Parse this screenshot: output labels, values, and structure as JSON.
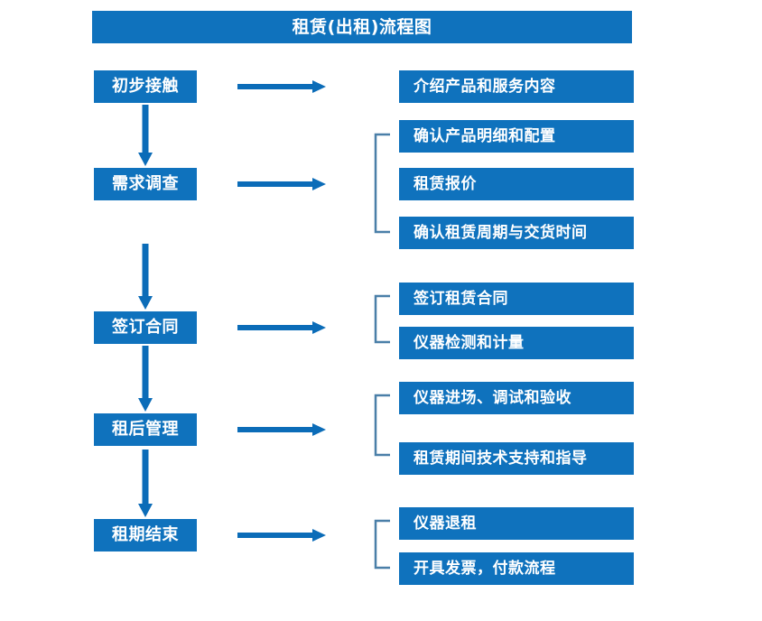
{
  "diagram": {
    "title": "租赁(出租)流程图",
    "type": "flowchart",
    "colors": {
      "box_fill": "#0f72bd",
      "box_text": "#ffffff",
      "arrow": "#0b6cb8",
      "bracket": "#4a7fa8",
      "background": "#ffffff"
    },
    "stages": [
      {
        "id": "stage-1",
        "label": "初步接触",
        "arrow": "right-arrow-icon",
        "bracket": false,
        "details": [
          {
            "label": "介绍产品和服务内容"
          }
        ]
      },
      {
        "id": "stage-2",
        "label": "需求调查",
        "arrow": "right-arrow-icon",
        "bracket": true,
        "details": [
          {
            "label": "确认产品明细和配置"
          },
          {
            "label": "租赁报价"
          },
          {
            "label": "确认租赁周期与交货时间"
          }
        ]
      },
      {
        "id": "stage-3",
        "label": "签订合同",
        "arrow": "right-arrow-icon",
        "bracket": true,
        "details": [
          {
            "label": "签订租赁合同"
          },
          {
            "label": "仪器检测和计量"
          }
        ]
      },
      {
        "id": "stage-4",
        "label": "租后管理",
        "arrow": "right-arrow-icon",
        "bracket": true,
        "details": [
          {
            "label": "仪器进场、调试和验收"
          },
          {
            "label": "租赁期间技术支持和指导"
          }
        ]
      },
      {
        "id": "stage-5",
        "label": "租期结束",
        "arrow": "right-arrow-icon",
        "bracket": true,
        "details": [
          {
            "label": "仪器退租"
          },
          {
            "label": "开具发票，付款流程"
          }
        ]
      }
    ],
    "flow_connectors": [
      {
        "from": "初步接触",
        "to": "需求调查",
        "icon": "down-arrow-icon"
      },
      {
        "from": "需求调查",
        "to": "签订合同",
        "icon": "down-arrow-icon"
      },
      {
        "from": "签订合同",
        "to": "租后管理",
        "icon": "down-arrow-icon"
      },
      {
        "from": "租后管理",
        "to": "租期结束",
        "icon": "down-arrow-icon"
      }
    ]
  }
}
